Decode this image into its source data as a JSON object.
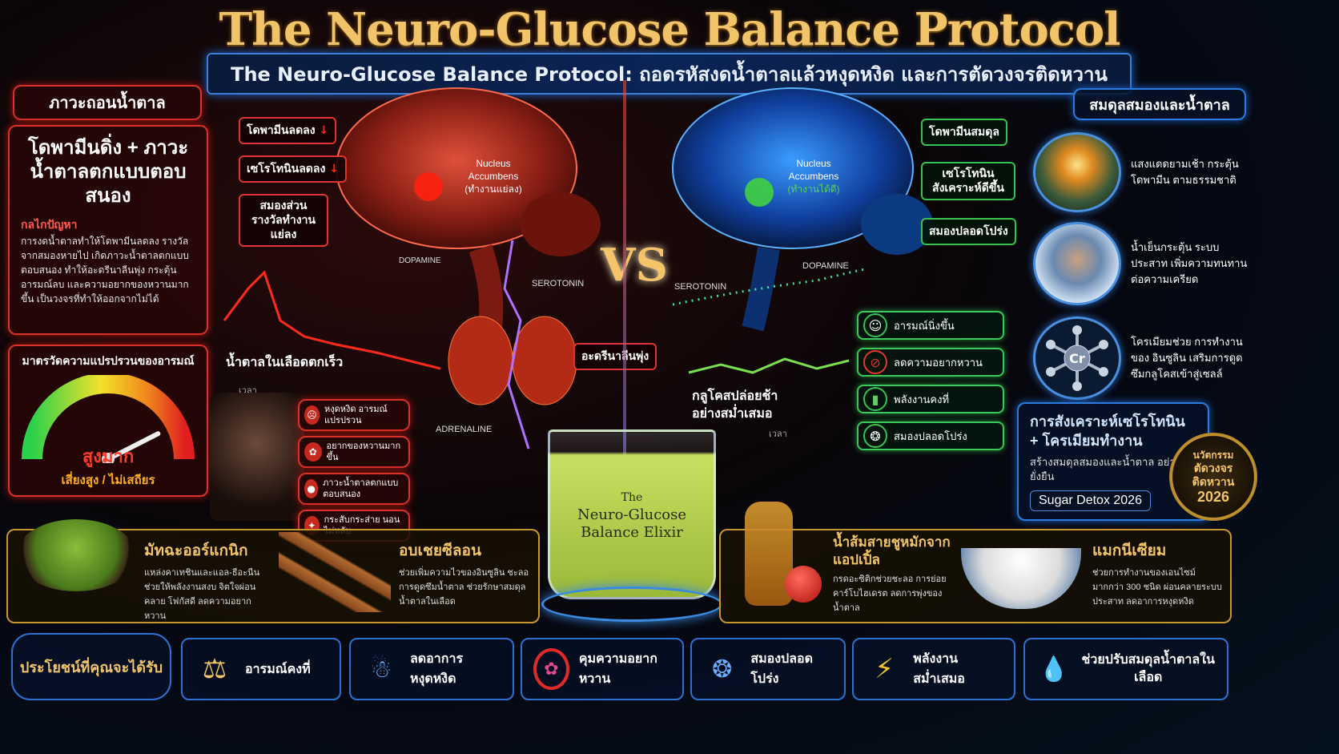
{
  "title": "The Neuro-Glucose Balance Protocol",
  "subtitle": "The Neuro-Glucose Balance Protocol: ถอดรหัสงดน้ำตาลแล้วหงุดหงิด และการตัดวงจรติดหวาน",
  "left": {
    "header": "ภาวะถอนน้ำตาล",
    "big_title": "โดพามีนดิ่ง + ภาวะน้ำตาลตกแบบตอบสนอง",
    "mechanism_title": "กลไกปัญหา",
    "mechanism_text": "การงดน้ำตาลทำให้โดพามีนลดลง รางวัลจากสมองหายไป เกิดภาวะน้ำตาลตกแบบตอบสนอง ทำให้อะดรีนาลีนพุ่ง กระตุ้นอารมณ์ลบ และความอยากของหวานมากขึ้น เป็นวงจรที่ทำให้ออกจากไม่ได้",
    "gauge_title": "มาตรวัดความแปรปรวนของอารมณ์",
    "gauge_value": "สูงมาก",
    "gauge_sub": "เสี่ยงสูง / ไม่เสถียร",
    "gauge_level": 0.85
  },
  "brain_bad": {
    "labels": [
      "โดพามีนลดลง",
      "เซโรโทนินลดลง",
      "สมองส่วนรางวัลทำงานแย่ลง"
    ],
    "nucleus": "Nucleus Accumbens",
    "nucleus_state": "(ทำงานแย่ลง)",
    "dopamine": "DOPAMINE",
    "serotonin": "SEROTONIN",
    "adrenaline_label": "อะดรีนาลีนพุ่ง",
    "adrenaline_caption": "ADRENALINE",
    "chart_label": "น้ำตาลในเลือดตกเร็ว",
    "chart_axis": "เวลา",
    "symptoms": [
      "หงุดหงิด อารมณ์แปรปรวน",
      "อยากของหวานมากขึ้น",
      "ภาวะน้ำตาลตกแบบตอบสนอง",
      "กระสับกระส่าย นอนไม่หลับ"
    ]
  },
  "vs": "VS",
  "brain_good": {
    "labels": [
      "โดพามีนสมดุล",
      "เซโรโทนินสังเคราะห์ดีขึ้น",
      "สมองปลอดโปร่ง"
    ],
    "nucleus": "Nucleus Accumbens",
    "nucleus_state": "(ทำงานได้ดี)",
    "dopamine": "DOPAMINE",
    "serotonin": "SEROTONIN",
    "chart_label": "กลูโคสปล่อยช้าอย่างสม่ำเสมอ",
    "chart_axis": "เวลา",
    "effects": [
      "อารมณ์นิ่งขึ้น",
      "ลดความอยากหวาน",
      "พลังงานคงที่",
      "สมองปลอดโปร่ง"
    ]
  },
  "right": {
    "header": "สมดุลสมองและน้ำตาล",
    "items": [
      {
        "icon": "sunrise-icon",
        "text": "แสงแดดยามเช้า กระตุ้นโดพามีน ตามธรรมชาติ"
      },
      {
        "icon": "ice-bath-icon",
        "text": "น้ำเย็นกระตุ้น ระบบประสาท เพิ่มความทนทาน ต่อความเครียด"
      },
      {
        "icon": "chromium-icon",
        "text": "โครเมียมช่วย การทำงานของ อินซูลิน เสริมการดูดซึมกลูโคสเข้าสู่เซลล์"
      }
    ],
    "synth_title": "การสังเคราะห์เซโรโทนิน + โครเมียมทำงาน",
    "synth_text": "สร้างสมดุลสมองและน้ำตาล อย่างยั่งยืน",
    "synth_tag": "Sugar Detox 2026",
    "badge_line1": "นวัตกรรม",
    "badge_line2": "ตัดวงจร",
    "badge_line3": "ติดหวาน",
    "badge_year": "2026"
  },
  "glass_text": [
    "The",
    "Neuro-Glucose",
    "Balance Elixir"
  ],
  "ingredients": [
    {
      "name": "มัทฉะออร์แกนิก",
      "text": "แหล่งคาเทชินและแอล-ธีอะนีน ช่วยให้พลังงานสงบ จิตใจผ่อนคลาย โฟกัสดี ลดความอยากหวาน"
    },
    {
      "name": "อบเชยซีลอน",
      "text": "ช่วยเพิ่มความไวของอินซูลิน ชะลอการดูดซึมน้ำตาล ช่วยรักษาสมดุลน้ำตาลในเลือด"
    },
    {
      "name": "น้ำส้มสายชูหมักจากแอปเปิ้ล",
      "text": "กรดอะซิติกช่วยชะลอ การย่อยคาร์โบไฮเดรต ลดการพุ่งของน้ำตาล"
    },
    {
      "name": "แมกนีเซียม",
      "text": "ช่วยการทำงานของเอนไซม์ มากกว่า 300 ชนิด ผ่อนคลายระบบประสาท ลดอาการหงุดหงิด"
    }
  ],
  "benefits": {
    "title": "ประโยชน์ที่คุณจะได้รับ",
    "items": [
      {
        "icon": "scale-icon",
        "label": "อารมณ์คงที่"
      },
      {
        "icon": "head-brain-icon",
        "label": "ลดอาการหงุดหงิด"
      },
      {
        "icon": "no-cupcake-icon",
        "label": "คุมความอยากหวาน"
      },
      {
        "icon": "brain-icon",
        "label": "สมองปลอดโปร่ง"
      },
      {
        "icon": "lightning-icon",
        "label": "พลังงานสม่ำเสมอ"
      },
      {
        "icon": "water-drop-icon",
        "label": "ช่วยปรับสมดุลน้ำตาลในเลือด"
      }
    ]
  }
}
